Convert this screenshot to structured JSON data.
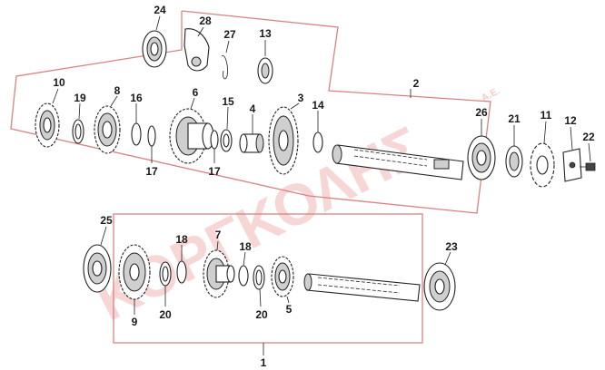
{
  "watermark": {
    "main": "ΚΟΡΓΚΟΛΗΣ",
    "suffix": "Α.Ε."
  },
  "group_labels": {
    "upper_assembly": "2",
    "lower_assembly": "1"
  },
  "parts": {
    "p24": "24",
    "p28": "28",
    "p27": "27",
    "p13": "13",
    "p10": "10",
    "p19": "19",
    "p8": "8",
    "p16": "16",
    "p17a": "17",
    "p6": "6",
    "p15": "15",
    "p17b": "17",
    "p4": "4",
    "p3": "3",
    "p14": "14",
    "p26": "26",
    "p21": "21",
    "p11": "11",
    "p12": "12",
    "p22": "22",
    "p25": "25",
    "p9": "9",
    "p18a": "18",
    "p20a": "20",
    "p7": "7",
    "p18b": "18",
    "p20b": "20",
    "p5": "5",
    "p23": "23"
  },
  "colors": {
    "frame": "#d98282",
    "watermark": "#f2b6b6",
    "ink": "#222222"
  }
}
